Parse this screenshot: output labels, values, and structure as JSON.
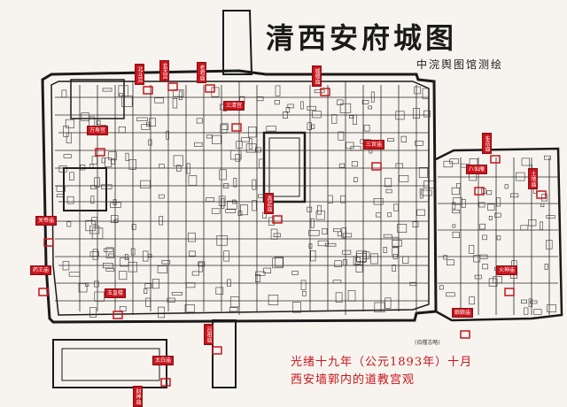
{
  "title": "清西安府城图",
  "subtitle": "中浣舆图馆测绘",
  "caption": {
    "line1": "光绪十九年（公元1893年）十月",
    "line2": "西安墙郭内的道教宫观"
  },
  "scale_note": "(佰種志略)",
  "palette": {
    "wall": "#1a1a1a",
    "marker": "#c8141b",
    "paper": "#f7f4ef"
  },
  "temples": [
    {
      "label": "北斗宫",
      "vertical": true
    },
    {
      "label": "万寿宫",
      "vertical": false
    },
    {
      "label": "玄天宫",
      "vertical": true
    },
    {
      "label": "老君庙",
      "vertical": true
    },
    {
      "label": "八仙庵",
      "vertical": false
    },
    {
      "label": "东岳庙",
      "vertical": true
    },
    {
      "label": "三官庙",
      "vertical": false
    },
    {
      "label": "城隍庙",
      "vertical": true
    },
    {
      "label": "关帝庙",
      "vertical": false
    },
    {
      "label": "火神庙",
      "vertical": false
    },
    {
      "label": "玉皇楼",
      "vertical": false
    },
    {
      "label": "太白庙",
      "vertical": false
    },
    {
      "label": "药王庙",
      "vertical": false
    },
    {
      "label": "吕祖庙",
      "vertical": true
    },
    {
      "label": "土地庙",
      "vertical": true
    },
    {
      "label": "三清宫",
      "vertical": false
    },
    {
      "label": "真武庙",
      "vertical": true
    },
    {
      "label": "娘娘庙",
      "vertical": false
    },
    {
      "label": "财神庙",
      "vertical": true
    }
  ]
}
